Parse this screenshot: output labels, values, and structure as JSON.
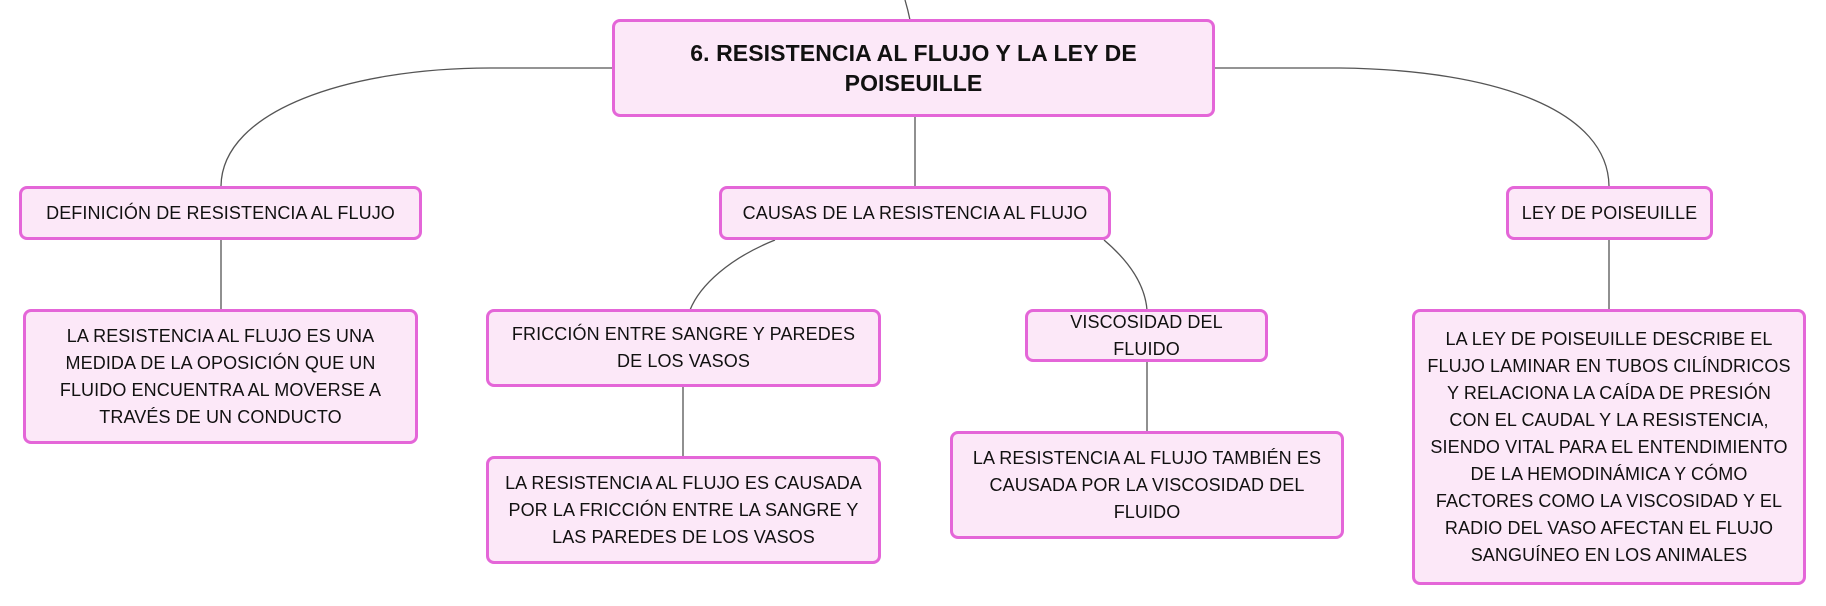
{
  "colors": {
    "node_fill": "#fce8f8",
    "node_border": "#e466d8",
    "connector": "#555555",
    "text": "#111111"
  },
  "root": {
    "label": "6. RESISTENCIA AL FLUJO Y LA LEY DE POISEUILLE"
  },
  "branches": [
    {
      "label": "DEFINICIÓN DE RESISTENCIA AL FLUJO",
      "children": [
        {
          "label": "LA RESISTENCIA AL FLUJO ES UNA MEDIDA DE LA OPOSICIÓN QUE UN FLUIDO ENCUENTRA AL MOVERSE A TRAVÉS DE UN CONDUCTO"
        }
      ]
    },
    {
      "label": "CAUSAS DE LA RESISTENCIA AL FLUJO",
      "children": [
        {
          "label": "FRICCIÓN ENTRE SANGRE Y PAREDES DE LOS VASOS",
          "children": [
            {
              "label": "LA RESISTENCIA AL FLUJO ES CAUSADA POR LA FRICCIÓN ENTRE LA SANGRE Y LAS PAREDES DE LOS VASOS"
            }
          ]
        },
        {
          "label": "VISCOSIDAD DEL FLUIDO",
          "children": [
            {
              "label": "LA RESISTENCIA AL FLUJO TAMBIÉN ES CAUSADA POR LA VISCOSIDAD DEL FLUIDO"
            }
          ]
        }
      ]
    },
    {
      "label": "LEY DE POISEUILLE",
      "children": [
        {
          "label": "LA LEY DE POISEUILLE DESCRIBE EL FLUJO LAMINAR EN TUBOS CILÍNDRICOS Y RELACIONA LA CAÍDA DE PRESIÓN CON EL CAUDAL Y LA RESISTENCIA, SIENDO VITAL PARA EL ENTENDIMIENTO DE LA HEMODINÁMICA Y CÓMO FACTORES COMO LA VISCOSIDAD Y EL RADIO DEL VASO AFECTAN EL FLUJO SANGUÍNEO EN LOS ANIMALES"
        }
      ]
    }
  ]
}
